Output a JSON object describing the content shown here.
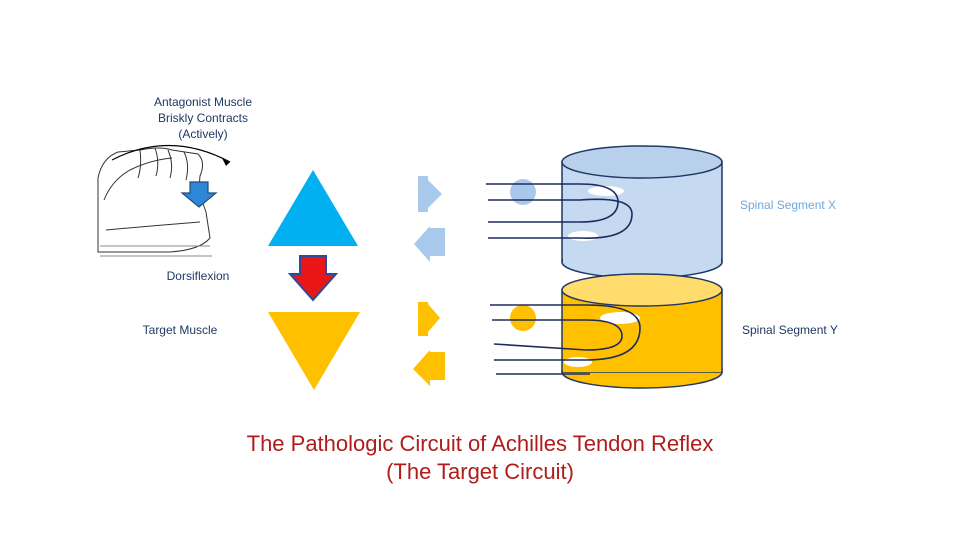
{
  "labels": {
    "antagonist": "Antagonist Muscle\nBriskly Contracts\n(Actively)",
    "dorsiflexion": "Dorsiflexion",
    "target_muscle": "Target Muscle",
    "segment_x": "Spinal Segment X",
    "segment_y": "Spinal Segment Y"
  },
  "title": {
    "line1": "The Pathologic Circuit of Achilles Tendon Reflex",
    "line2": "(The Target Circuit)"
  },
  "colors": {
    "blue_triangle": "#00b0f0",
    "gold_triangle": "#ffc000",
    "cyl_blue": "#c5daf1",
    "cyl_gold": "#ffc000",
    "title_red": "#b01c1c",
    "wire": "#1f2a5c"
  },
  "icons": [
    "foot-sketch-icon",
    "down-arrow-blue-icon",
    "down-arrow-red-icon"
  ]
}
